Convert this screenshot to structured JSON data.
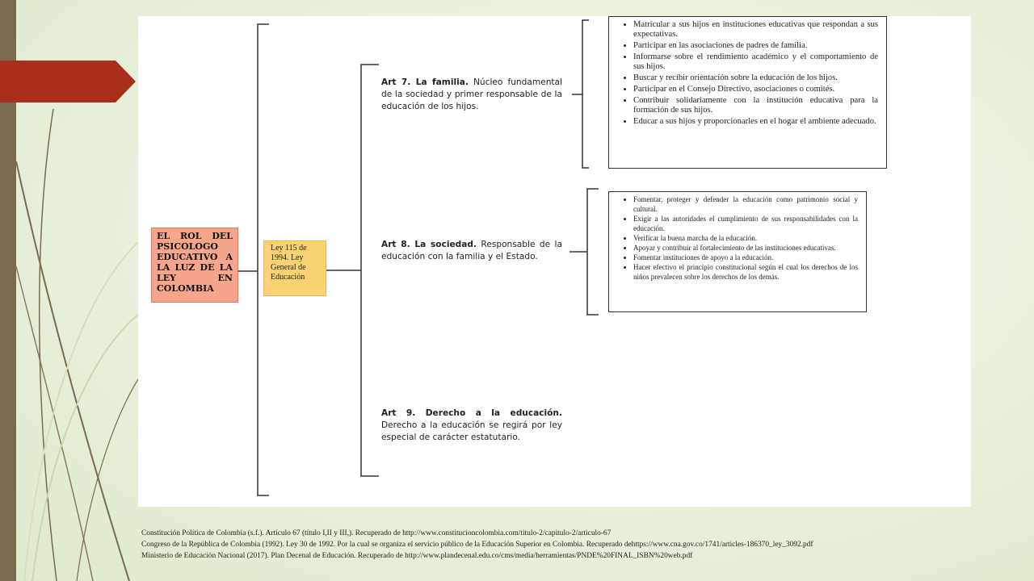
{
  "diagram": {
    "main_title": "EL ROL DEL PSICOLOGO EDUCATIVO A LA LUZ DE LA LEY EN COLOMBIA",
    "law_box": "Ley 115 de 1994. Ley General de Educación",
    "articles": [
      {
        "heading": "Art 7. La familia.",
        "text": " Núcleo fundamental de la sociedad y primer responsable de la educación de los hijos."
      },
      {
        "heading": "Art 8. La sociedad.",
        "text": " Responsable de la educación con la familia y el Estado."
      },
      {
        "heading": "Art 9. Derecho a la educación.",
        "text": " Derecho a la educación se regirá por ley especial de carácter estatutario."
      }
    ],
    "familia_items": [
      "Matricular a sus hijos en instituciones educativas que respondan a sus expectativas.",
      "Participar en las asociaciones de padres de familia.",
      "Informarse sobre el rendimiento académico y el comportamiento de sus hijos.",
      "Buscar y recibir orientación sobre la educación de los hijos.",
      "Participar en el Consejo Directivo, asociaciones o comités.",
      "Contribuir solidariamente con la institución educativa para la formación de sus hijos.",
      "Educar a sus hijos y proporcionarles en el hogar el ambiente adecuado."
    ],
    "sociedad_items": [
      "Fomentar, proteger y defender la educación como patrimonio social y cultural.",
      "Exigir a las autoridades el cumplimiento de sus responsabilidades con la educación.",
      "Verificar la buena marcha de la educación.",
      "Apoyar y contribuir al fortalecimiento de las instituciones educativas.",
      "Fomentar instituciones de apoyo a la educación.",
      "Hacer efectivo el principio constitucional según el cual los derechos de los niños prevalecen sobre los derechos de los demás."
    ]
  },
  "references": [
    "Constitución Política de Colombia (s.f.).  Artículo 67 (título I,II y III,).  Recuperado de http://www.constitucioncolombia.com/titulo-2/capitulo-2/articulo-67",
    "Congreso de la República de Colombia (1992). Ley 30 de 1992. Por la cual se organiza el servicio público de la Educación Superior en Colombia. Recuperado dehttps://www.cna.gov.co/1741/articles-186370_ley_3092.pdf",
    "Ministerio de Educación Nacional (2017). Plan Decenal de Educación. Recuperado de http://www.plandecenal.edu.co/cms/media/herramientas/PNDE%20FINAL_ISBN%20web.pdf"
  ],
  "colors": {
    "accent_tab": "#a8301a",
    "left_bar": "#7a6a4f",
    "main_box_fill": "#f4a58a",
    "law_box_fill": "#fbd273"
  }
}
